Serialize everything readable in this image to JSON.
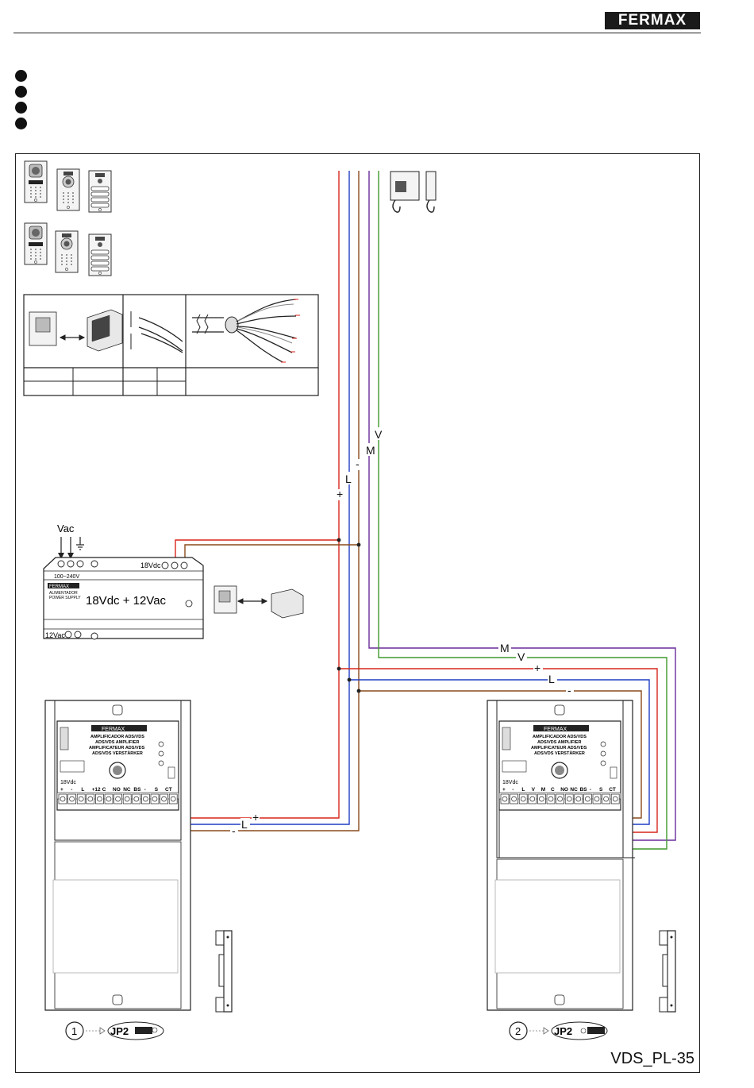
{
  "header": {
    "brand_logo": "FERMAX"
  },
  "document": {
    "code": "VDS_PL-35"
  },
  "wires": {
    "plus": "+",
    "L": "L",
    "minus": "-",
    "M": "M",
    "V": "V"
  },
  "power_supply": {
    "input_label": "Vac",
    "dc_output": "18Vdc",
    "voltage_range": "100~240V",
    "brand": "FERMAX",
    "model_es": "ALIMENTADOR",
    "model_en": "POWER SUPPLY",
    "output_rating": "18Vdc + 12Vac",
    "ac_output": "12Vac"
  },
  "amplifier": {
    "brand": "FERMAX",
    "title_lines": [
      "AMPLIFICADOR ADS/VDS",
      "ADS/VDS AMPLIFIER",
      "AMPLIFICATEUR ADS/VDS",
      "ADS/VDS VERSTÄRKER"
    ],
    "supply_label": "18Vdc",
    "terminals_1": [
      "+",
      "-",
      "L",
      "+12",
      "C",
      "NO",
      "NC",
      "BS",
      "-",
      "S",
      "CT"
    ],
    "terminals_2": [
      "+",
      "-",
      "L",
      "V",
      "M",
      "C",
      "NO",
      "NC",
      "BS",
      "-",
      "S",
      "CT"
    ]
  },
  "panels": [
    {
      "number": "1",
      "jumper": "JP2"
    },
    {
      "number": "2",
      "jumper": "JP2"
    }
  ],
  "colors": {
    "red": "#d9261c",
    "blue": "#1f3fc4",
    "brown": "#8a4b1c",
    "purple": "#6a2c9a",
    "green": "#3f9a2c",
    "line": "#222222"
  }
}
